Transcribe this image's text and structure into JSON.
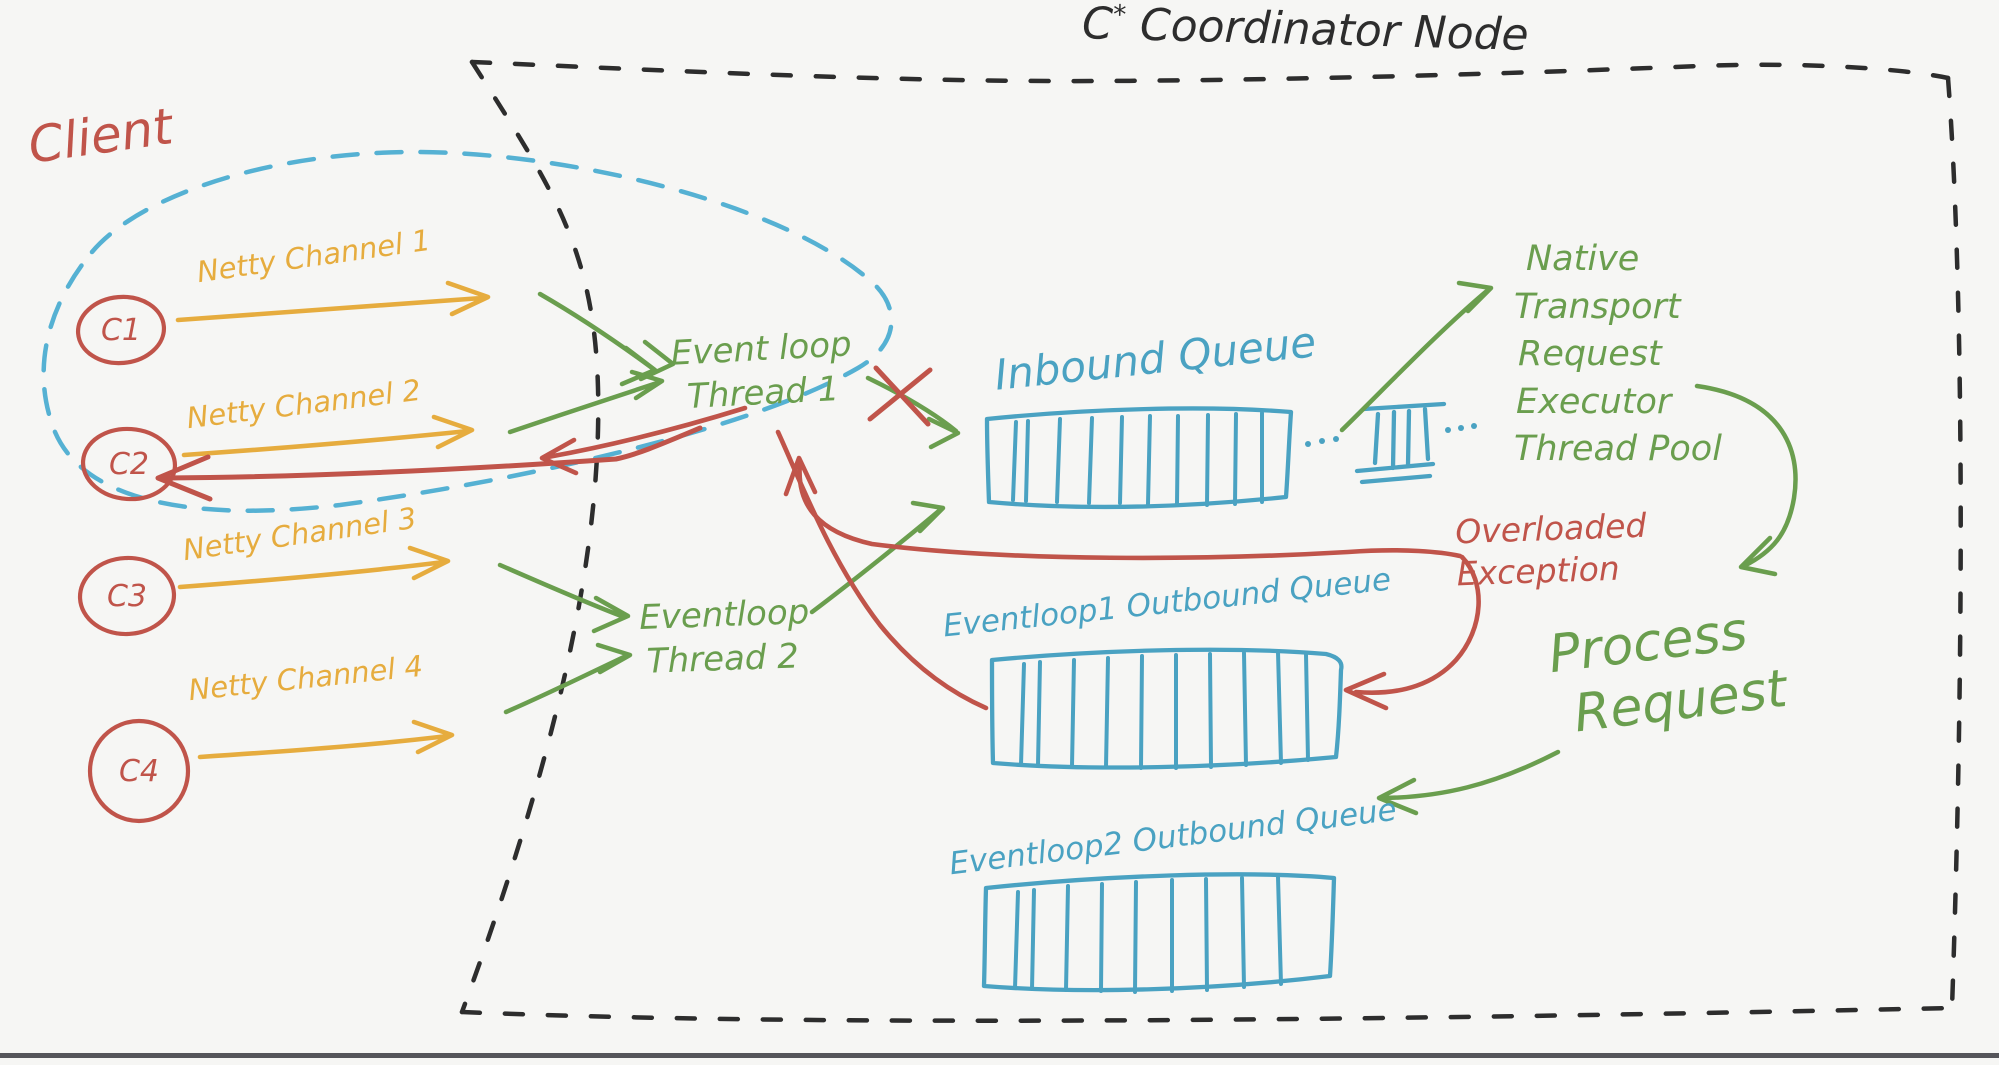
{
  "title": {
    "prefix": "C",
    "star": "*",
    "text": " Coordinator Node"
  },
  "client": {
    "label": "Client",
    "nodes": [
      {
        "id": "C1"
      },
      {
        "id": "C2"
      },
      {
        "id": "C3"
      },
      {
        "id": "C4"
      }
    ]
  },
  "channels": [
    {
      "label": "Netty Channel 1"
    },
    {
      "label": "Netty Channel 2"
    },
    {
      "label": "Netty Channel 3"
    },
    {
      "label": "Netty Channel 4"
    }
  ],
  "event_loops": {
    "thread1": {
      "line1": "Event loop",
      "line2": "Thread 1"
    },
    "thread2": {
      "line1": "Eventloop",
      "line2": "Thread 2"
    }
  },
  "queues": {
    "inbound": {
      "label": "Inbound Queue",
      "slots": 10
    },
    "outbound1": {
      "label": "Eventloop1 Outbound Queue",
      "slots": 9
    },
    "outbound2": {
      "label": "Eventloop2 Outbound Queue",
      "slots": 9
    },
    "overflow": {
      "slots": 4
    }
  },
  "executor": {
    "lines": [
      "Native",
      "Transport",
      "Request",
      "Executor",
      "Thread Pool"
    ]
  },
  "annotations": {
    "overloaded": {
      "line1": "Overloaded",
      "line2": "Exception"
    },
    "process": {
      "line1": "Process",
      "line2": "Request"
    }
  },
  "colors": {
    "background": "#f6f6f4",
    "ink": "#2d2d2d",
    "red": "#c0544a",
    "yellow": "#e6ac3e",
    "green": "#6a9e4e",
    "blue": "#4aa2c2",
    "blue_dash": "#55b1d3"
  }
}
